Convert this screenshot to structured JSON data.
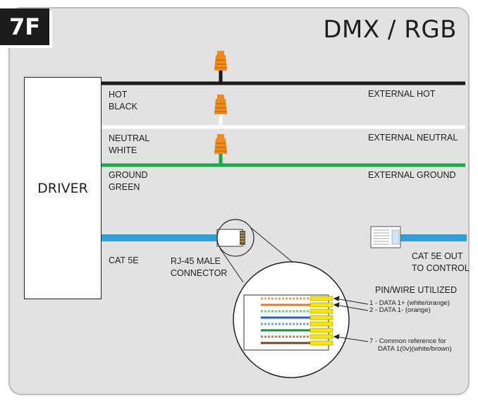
{
  "badge": "7F",
  "title": "DMX / RGB",
  "driver_label": "DRIVER",
  "wires": {
    "hot": {
      "left_line1": "HOT",
      "left_line2": "BLACK",
      "right": "EXTERNAL HOT",
      "color": "#1a1a1a"
    },
    "neutral": {
      "left_line1": "NEUTRAL",
      "left_line2": "WHITE",
      "right": "EXTERNAL NEUTRAL",
      "color": "#ffffff"
    },
    "ground": {
      "left_line1": "GROUND",
      "left_line2": "GREEN",
      "right": "EXTERNAL GROUND",
      "color": "#1aa84a"
    }
  },
  "cat5": {
    "left": "CAT 5E",
    "connector_line1": "RJ-45 MALE",
    "connector_line2": "CONNECTOR",
    "out_line1": "CAT 5E OUT",
    "out_line2": "TO CONTROL",
    "color": "#2f9fd8"
  },
  "pinout": {
    "heading": "PIN/WIRE UTILIZED",
    "pin1": "1 - DATA 1+ (white/orange)",
    "pin2": "2 - DATA 1- (orange)",
    "pin7_line1": "7 - Common reference for",
    "pin7_line2": "DATA 1(0v)(white/brown)"
  },
  "colors": {
    "wire_nut_orange": "#f08a1c",
    "contact_yellow": "#f5e800",
    "panel_bg": "#e2e2e2"
  },
  "icons": [
    "wire-nut-icon",
    "rj45-connector-icon",
    "rj45-jack-icon"
  ]
}
